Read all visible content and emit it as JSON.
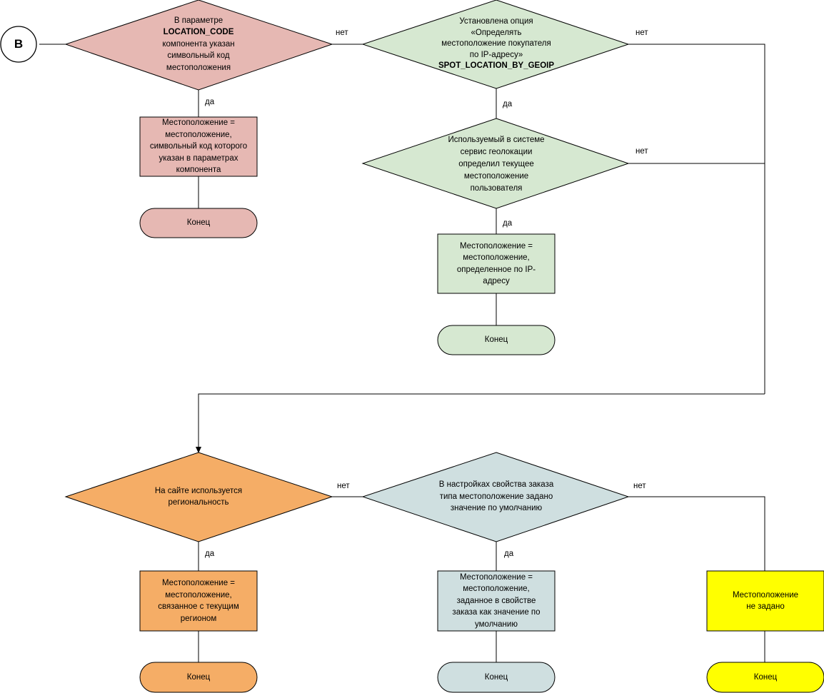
{
  "start": {
    "label": "B"
  },
  "edge_labels": {
    "yes": "да",
    "no": "нет"
  },
  "end_label": "Конец",
  "colors": {
    "red": "#e6b8b3",
    "green": "#d6e8d1",
    "orange": "#f5ad66",
    "blue": "#cfdfe0",
    "yellow": "#ffff00",
    "line": "#000000"
  },
  "nodes": {
    "d1": [
      "В параметре",
      "LOCATION_CODE",
      "компонента указан",
      "символьный код",
      "местоположения"
    ],
    "p1": [
      "Местоположение =",
      "местоположение,",
      "символьный код которого",
      "указан в параметрах",
      "компонента"
    ],
    "d2": [
      "Установлена опция",
      "«Определять",
      "местоположение покупателя",
      "по IP-адресу»",
      "SPOT_LOCATION_BY_GEOIP"
    ],
    "d3": [
      "Используемый в системе",
      "сервис геолокации",
      "определил текущее",
      "местоположение",
      "пользователя"
    ],
    "p2": [
      "Местоположение =",
      "местоположение,",
      "определенное по IP-",
      "адресу"
    ],
    "d4": [
      "На сайте используется",
      "региональность"
    ],
    "d5": [
      "В настройках свойства заказа",
      "типа местоположение задано",
      "значение по умолчанию"
    ],
    "p3": [
      "Местоположение =",
      "местоположение,",
      "связанное с текущим",
      "регионом"
    ],
    "p4": [
      "Местоположение =",
      "местоположение,",
      "заданное в свойстве",
      "заказа как значение по",
      "умолчанию"
    ],
    "p5": [
      "Местоположение",
      "не задано"
    ]
  }
}
